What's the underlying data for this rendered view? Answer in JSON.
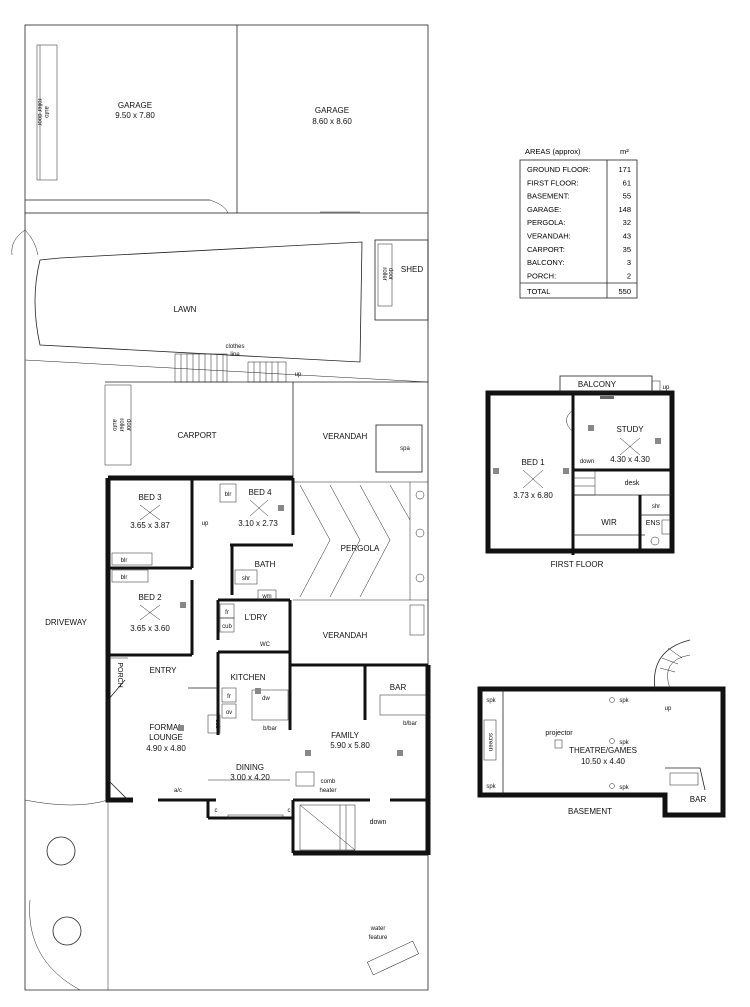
{
  "ground": {
    "garage1": {
      "name": "GARAGE",
      "dim": "9.50 x 7.80",
      "door": [
        "auto",
        "roller door"
      ]
    },
    "garage2": {
      "name": "GARAGE",
      "dim": "8.60 x 8.60"
    },
    "shed": "SHED",
    "shed_door": [
      "roller",
      "door"
    ],
    "lawn": "LAWN",
    "clothes_line": [
      "clothes",
      "line"
    ],
    "up": "up",
    "carport": "CARPORT",
    "carport_door": [
      "auto",
      "roller",
      "door"
    ],
    "verandah_top": "VERANDAH",
    "spa": "spa",
    "bed3": {
      "name": "BED 3",
      "dim": "3.65 x 3.87"
    },
    "bed4": {
      "name": "BED 4",
      "dim": "3.10 x 2.73"
    },
    "blr": "blr",
    "bath": "BATH",
    "shr": "shr",
    "wm": "wm",
    "wc": "WC",
    "ldry": "L'DRY",
    "fr": "fr",
    "cub": "cub",
    "ov": "ov",
    "dw": "dw",
    "bbar": "b/bar",
    "pergola": "PERGOLA",
    "verandah_mid": "VERANDAH",
    "bed2": {
      "name": "BED 2",
      "dim": "3.65 x 3.60"
    },
    "driveway": "DRIVEWAY",
    "porch": "PORCH",
    "entry": "ENTRY",
    "kitchen": "KITCHEN",
    "bar": "BAR",
    "formal": {
      "name1": "FORMAL",
      "name2": "LOUNGE",
      "dim": "4.90 x 4.80"
    },
    "family": {
      "name": "FAMILY",
      "dim": "5.90 x 5.80"
    },
    "dining": {
      "name": "DINING",
      "dim": "3.00 x 4.20"
    },
    "comb_heater": [
      "comb",
      "heater"
    ],
    "ac": "a/c",
    "c": "c",
    "down": "down",
    "water_feature": [
      "water",
      "feature"
    ]
  },
  "areas": {
    "title": "AREAS (approx)",
    "unit": "m²",
    "rows": [
      {
        "label": "GROUND FLOOR:",
        "value": "171"
      },
      {
        "label": "FIRST FLOOR:",
        "value": "61"
      },
      {
        "label": "BASEMENT:",
        "value": "55"
      },
      {
        "label": "GARAGE:",
        "value": "148"
      },
      {
        "label": "PERGOLA:",
        "value": "32"
      },
      {
        "label": "VERANDAH:",
        "value": "43"
      },
      {
        "label": "CARPORT:",
        "value": "35"
      },
      {
        "label": "BALCONY:",
        "value": "3"
      },
      {
        "label": "PORCH:",
        "value": "2"
      }
    ],
    "total_label": "TOTAL",
    "total_value": "550"
  },
  "first": {
    "title": "FIRST FLOOR",
    "balcony": "BALCONY",
    "up": "up",
    "bed1": {
      "name": "BED 1",
      "dim": "3.73 x 6.80"
    },
    "study": {
      "name": "STUDY",
      "dim": "4.30 x 4.30"
    },
    "down": "down",
    "desk": "desk",
    "wir": "WIR",
    "ens": "ENS",
    "shr": "shr"
  },
  "basement": {
    "title": "BASEMENT",
    "room": {
      "name": "THEATRE/GAMES",
      "dim": "10.50 x 4.40"
    },
    "projector": "projector",
    "screen": "screen",
    "spk": "spk",
    "bar": "BAR",
    "up": "up"
  }
}
